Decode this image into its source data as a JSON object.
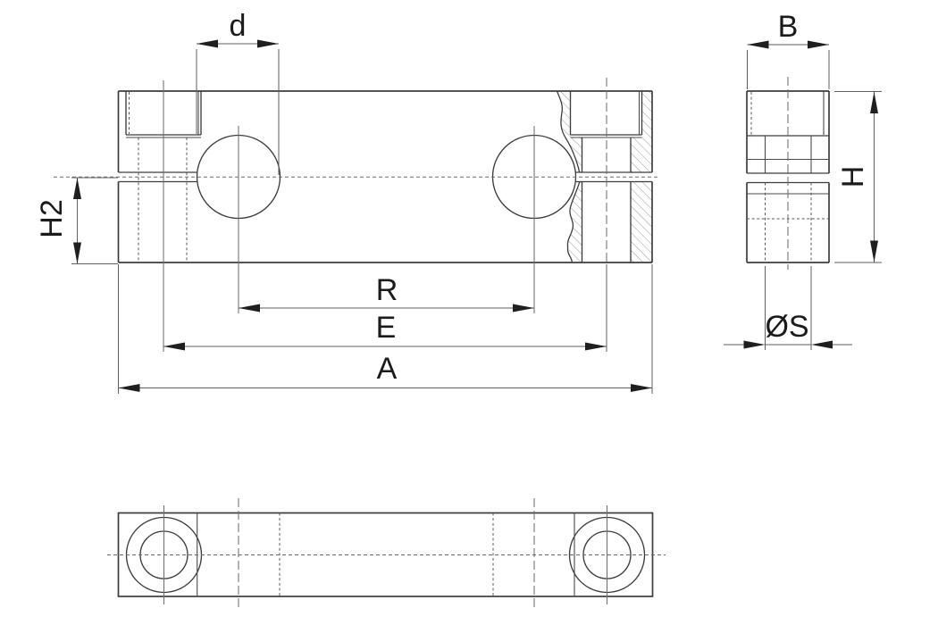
{
  "drawing": {
    "labels": {
      "d": "d",
      "B": "B",
      "H2": "H2",
      "H": "H",
      "R": "R",
      "E": "E",
      "A": "A",
      "OS": "ØS"
    },
    "colors": {
      "background": "#ffffff",
      "outline": "#3d3d3d",
      "thin_line": "#6a6a6a",
      "hidden_line": "#585858",
      "hatch": "#9a9a9a",
      "text": "#1b1b1b",
      "arrow": "#1f1f1f"
    }
  }
}
